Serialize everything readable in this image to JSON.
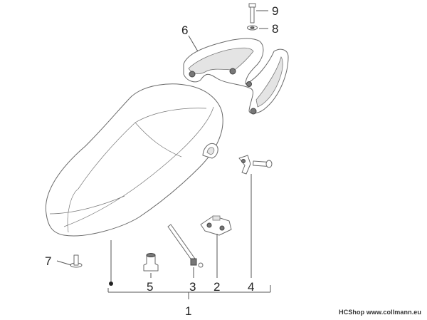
{
  "callouts": {
    "c1": "1",
    "c2": "2",
    "c3": "3",
    "c4": "4",
    "c5": "5",
    "c6": "6",
    "c7": "7",
    "c8": "8",
    "c9": "9"
  },
  "watermark": "HCShop www.collmann.eu",
  "colors": {
    "line": "#6a6a6a",
    "text": "#222222"
  }
}
